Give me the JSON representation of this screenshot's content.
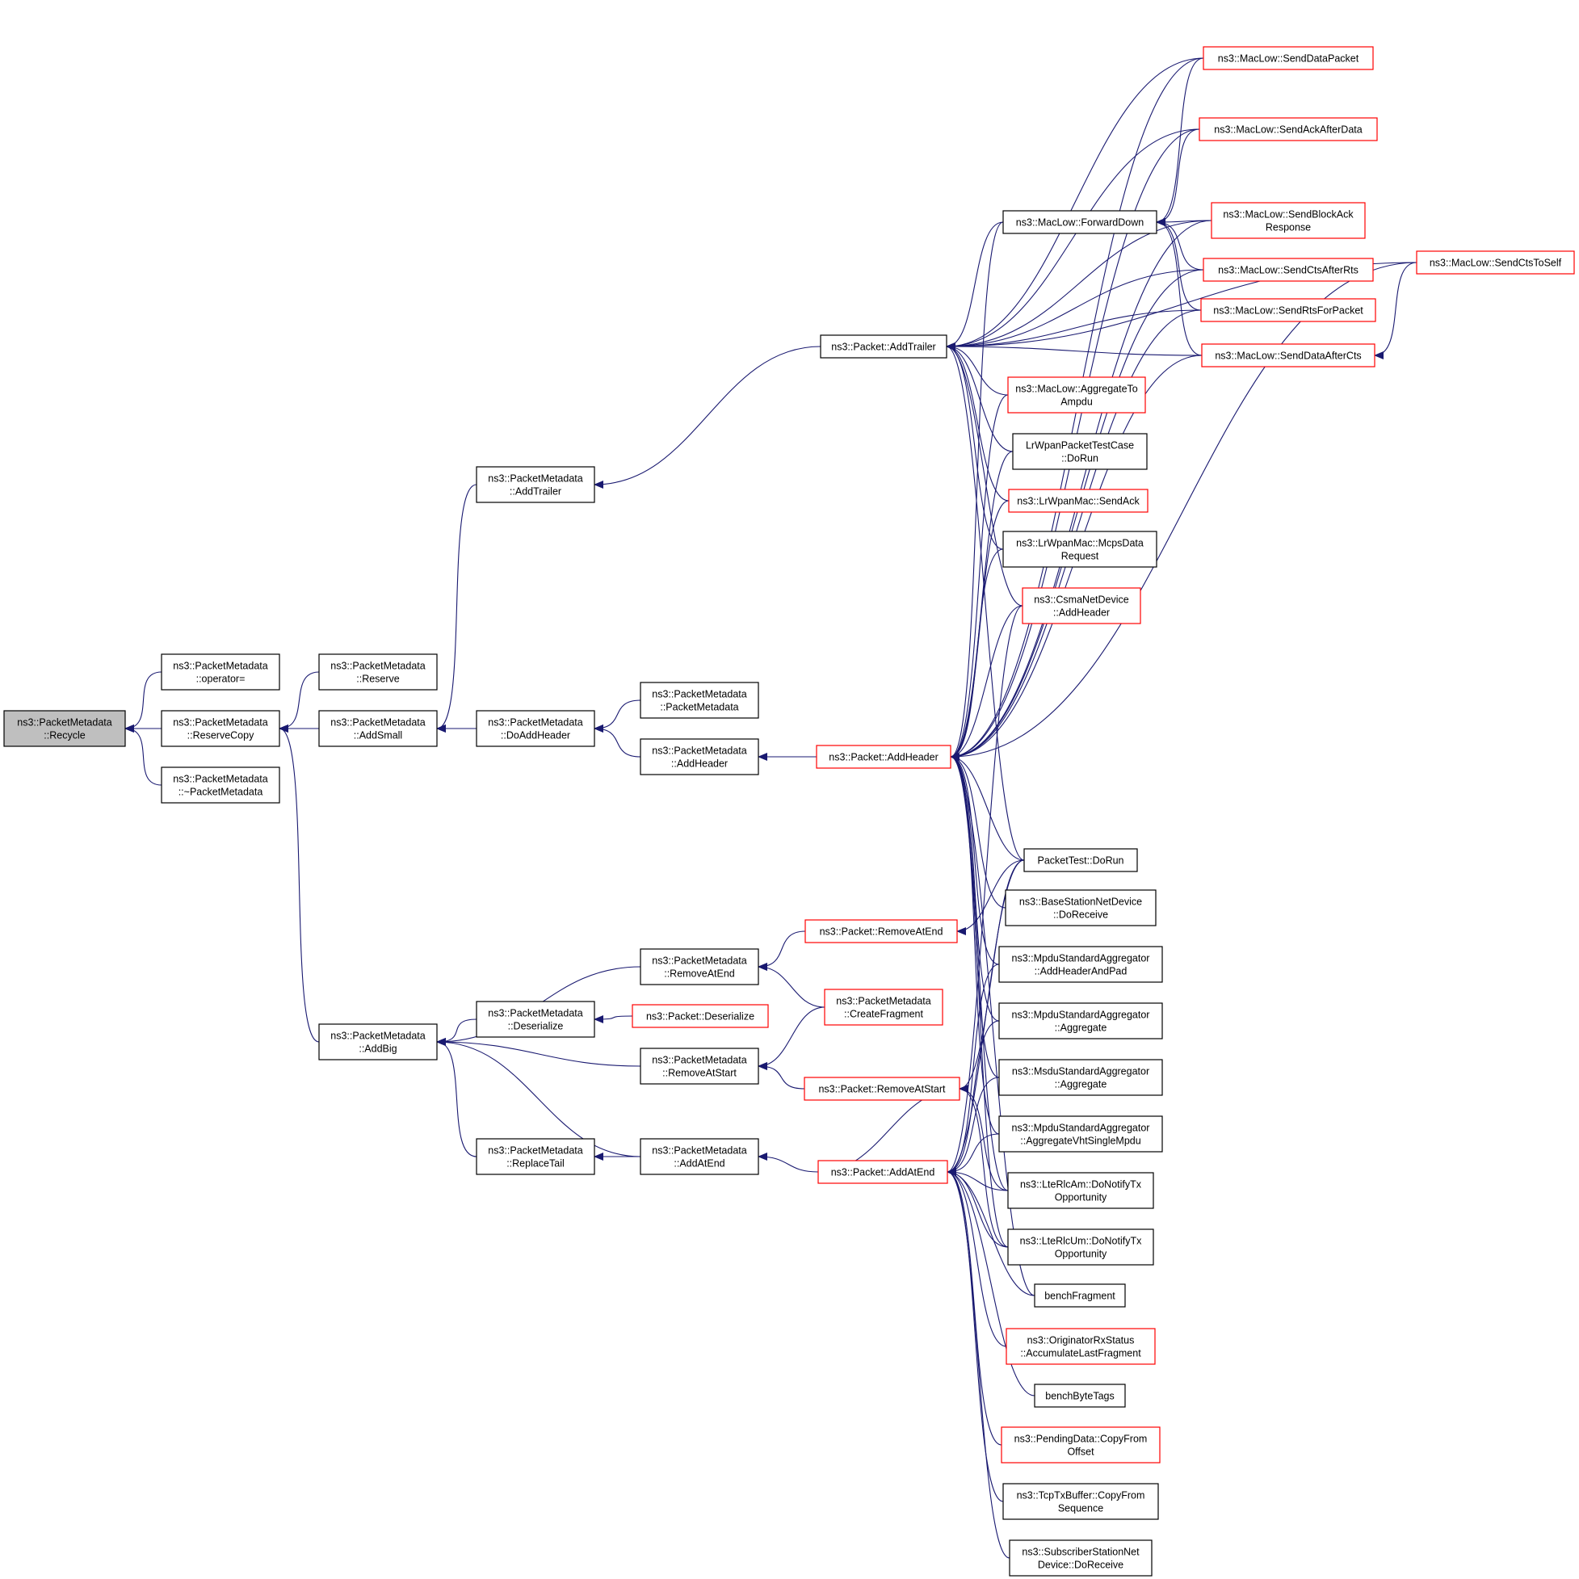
{
  "colors": {
    "edge": "#191970",
    "node_border_normal": "#000000",
    "node_border_truncated": "#ff0000",
    "node_fill": "#ffffff",
    "focus_fill": "#bfbfbf"
  },
  "nodes": [
    {
      "id": "recycle",
      "lines": [
        "ns3::PacketMetadata",
        "::Recycle"
      ],
      "style": "focus",
      "interactable": false
    },
    {
      "id": "operator_eq",
      "lines": [
        "ns3::PacketMetadata",
        "::operator="
      ],
      "style": "normal",
      "interactable": true
    },
    {
      "id": "reservecopy",
      "lines": [
        "ns3::PacketMetadata",
        "::ReserveCopy"
      ],
      "style": "normal",
      "interactable": true
    },
    {
      "id": "dtor",
      "lines": [
        "ns3::PacketMetadata",
        "::~PacketMetadata"
      ],
      "style": "normal",
      "interactable": true
    },
    {
      "id": "reserve",
      "lines": [
        "ns3::PacketMetadata",
        "::Reserve"
      ],
      "style": "normal",
      "interactable": true
    },
    {
      "id": "addsmall",
      "lines": [
        "ns3::PacketMetadata",
        "::AddSmall"
      ],
      "style": "normal",
      "interactable": true
    },
    {
      "id": "addbig",
      "lines": [
        "ns3::PacketMetadata",
        "::AddBig"
      ],
      "style": "normal",
      "interactable": true
    },
    {
      "id": "pm_addtrailer",
      "lines": [
        "ns3::PacketMetadata",
        "::AddTrailer"
      ],
      "style": "normal",
      "interactable": true
    },
    {
      "id": "doaddheader",
      "lines": [
        "ns3::PacketMetadata",
        "::DoAddHeader"
      ],
      "style": "normal",
      "interactable": true
    },
    {
      "id": "pm_ctor",
      "lines": [
        "ns3::PacketMetadata",
        "::PacketMetadata"
      ],
      "style": "normal",
      "interactable": true
    },
    {
      "id": "pm_addheader",
      "lines": [
        "ns3::PacketMetadata",
        "::AddHeader"
      ],
      "style": "normal",
      "interactable": true
    },
    {
      "id": "pm_removeatend",
      "lines": [
        "ns3::PacketMetadata",
        "::RemoveAtEnd"
      ],
      "style": "normal",
      "interactable": true
    },
    {
      "id": "pm_deserialize",
      "lines": [
        "ns3::PacketMetadata",
        "::Deserialize"
      ],
      "style": "normal",
      "interactable": true
    },
    {
      "id": "pm_removeatstart",
      "lines": [
        "ns3::PacketMetadata",
        "::RemoveAtStart"
      ],
      "style": "normal",
      "interactable": true
    },
    {
      "id": "pm_replacetail",
      "lines": [
        "ns3::PacketMetadata",
        "::ReplaceTail"
      ],
      "style": "normal",
      "interactable": true
    },
    {
      "id": "pm_addatend",
      "lines": [
        "ns3::PacketMetadata",
        "::AddAtEnd"
      ],
      "style": "normal",
      "interactable": true
    },
    {
      "id": "p_addtrailer",
      "lines": [
        "ns3::Packet::AddTrailer"
      ],
      "style": "normal",
      "interactable": true
    },
    {
      "id": "p_addheader",
      "lines": [
        "ns3::Packet::AddHeader"
      ],
      "style": "red",
      "interactable": true
    },
    {
      "id": "p_removeatend",
      "lines": [
        "ns3::Packet::RemoveAtEnd"
      ],
      "style": "red",
      "interactable": true
    },
    {
      "id": "p_deserialize",
      "lines": [
        "ns3::Packet::Deserialize"
      ],
      "style": "red",
      "interactable": true
    },
    {
      "id": "pm_createfragment",
      "lines": [
        "ns3::PacketMetadata",
        "::CreateFragment"
      ],
      "style": "red",
      "interactable": true
    },
    {
      "id": "p_removeatstart",
      "lines": [
        "ns3::Packet::RemoveAtStart"
      ],
      "style": "red",
      "interactable": true
    },
    {
      "id": "p_addatend",
      "lines": [
        "ns3::Packet::AddAtEnd"
      ],
      "style": "red",
      "interactable": true
    },
    {
      "id": "forwarddown",
      "lines": [
        "ns3::MacLow::ForwardDown"
      ],
      "style": "normal",
      "interactable": true
    },
    {
      "id": "senddatapacket",
      "lines": [
        "ns3::MacLow::SendDataPacket"
      ],
      "style": "red",
      "interactable": true
    },
    {
      "id": "sendackafterdata",
      "lines": [
        "ns3::MacLow::SendAckAfterData"
      ],
      "style": "red",
      "interactable": true
    },
    {
      "id": "sendblockack",
      "lines": [
        "ns3::MacLow::SendBlockAck",
        "Response"
      ],
      "style": "red",
      "interactable": true
    },
    {
      "id": "sendctsafterrts",
      "lines": [
        "ns3::MacLow::SendCtsAfterRts"
      ],
      "style": "red",
      "interactable": true
    },
    {
      "id": "sendrtsforpacket",
      "lines": [
        "ns3::MacLow::SendRtsForPacket"
      ],
      "style": "red",
      "interactable": true
    },
    {
      "id": "senddataaftercts",
      "lines": [
        "ns3::MacLow::SendDataAfterCts"
      ],
      "style": "red",
      "interactable": true
    },
    {
      "id": "sendctstoself",
      "lines": [
        "ns3::MacLow::SendCtsToSelf"
      ],
      "style": "red",
      "interactable": true
    },
    {
      "id": "aggregatetoampdu",
      "lines": [
        "ns3::MacLow::AggregateTo",
        "Ampdu"
      ],
      "style": "red",
      "interactable": true
    },
    {
      "id": "lrwpantest",
      "lines": [
        "LrWpanPacketTestCase",
        "::DoRun"
      ],
      "style": "normal",
      "interactable": true
    },
    {
      "id": "lrwpansendack",
      "lines": [
        "ns3::LrWpanMac::SendAck"
      ],
      "style": "red",
      "interactable": true
    },
    {
      "id": "lrwpanmcps",
      "lines": [
        "ns3::LrWpanMac::McpsData",
        "Request"
      ],
      "style": "normal",
      "interactable": true
    },
    {
      "id": "csmaaddheader",
      "lines": [
        "ns3::CsmaNetDevice",
        "::AddHeader"
      ],
      "style": "red",
      "interactable": true
    },
    {
      "id": "packettest",
      "lines": [
        "PacketTest::DoRun"
      ],
      "style": "normal",
      "interactable": true
    },
    {
      "id": "basestation",
      "lines": [
        "ns3::BaseStationNetDevice",
        "::DoReceive"
      ],
      "style": "normal",
      "interactable": true
    },
    {
      "id": "mpdu_addheaderpad",
      "lines": [
        "ns3::MpduStandardAggregator",
        "::AddHeaderAndPad"
      ],
      "style": "normal",
      "interactable": true
    },
    {
      "id": "mpdu_aggregate",
      "lines": [
        "ns3::MpduStandardAggregator",
        "::Aggregate"
      ],
      "style": "normal",
      "interactable": true
    },
    {
      "id": "msdu_aggregate",
      "lines": [
        "ns3::MsduStandardAggregator",
        "::Aggregate"
      ],
      "style": "normal",
      "interactable": true
    },
    {
      "id": "mpdu_vht",
      "lines": [
        "ns3::MpduStandardAggregator",
        "::AggregateVhtSingleMpdu"
      ],
      "style": "normal",
      "interactable": true
    },
    {
      "id": "rlcam",
      "lines": [
        "ns3::LteRlcAm::DoNotifyTx",
        "Opportunity"
      ],
      "style": "normal",
      "interactable": true
    },
    {
      "id": "rlcum",
      "lines": [
        "ns3::LteRlcUm::DoNotifyTx",
        "Opportunity"
      ],
      "style": "normal",
      "interactable": true
    },
    {
      "id": "benchfragment",
      "lines": [
        "benchFragment"
      ],
      "style": "normal",
      "interactable": true
    },
    {
      "id": "originator",
      "lines": [
        "ns3::OriginatorRxStatus",
        "::AccumulateLastFragment"
      ],
      "style": "red",
      "interactable": true
    },
    {
      "id": "benchbytetags",
      "lines": [
        "benchByteTags"
      ],
      "style": "normal",
      "interactable": true
    },
    {
      "id": "pendingdata",
      "lines": [
        "ns3::PendingData::CopyFrom",
        "Offset"
      ],
      "style": "red",
      "interactable": true
    },
    {
      "id": "tcptxbuffer",
      "lines": [
        "ns3::TcpTxBuffer::CopyFrom",
        "Sequence"
      ],
      "style": "normal",
      "interactable": true
    },
    {
      "id": "subscriber",
      "lines": [
        "ns3::SubscriberStationNet",
        "Device::DoReceive"
      ],
      "style": "normal",
      "interactable": true
    }
  ],
  "edges": [
    {
      "from": "operator_eq",
      "to": "recycle"
    },
    {
      "from": "reservecopy",
      "to": "recycle"
    },
    {
      "from": "dtor",
      "to": "recycle"
    },
    {
      "from": "reserve",
      "to": "reservecopy"
    },
    {
      "from": "addsmall",
      "to": "reservecopy"
    },
    {
      "from": "addbig",
      "to": "reservecopy"
    },
    {
      "from": "pm_addtrailer",
      "to": "addsmall"
    },
    {
      "from": "doaddheader",
      "to": "addsmall"
    },
    {
      "from": "pm_removeatend",
      "to": "addbig"
    },
    {
      "from": "pm_deserialize",
      "to": "addbig"
    },
    {
      "from": "pm_removeatstart",
      "to": "addbig"
    },
    {
      "from": "pm_replacetail",
      "to": "addbig"
    },
    {
      "from": "pm_addatend",
      "to": "addbig"
    },
    {
      "from": "p_addtrailer",
      "to": "pm_addtrailer"
    },
    {
      "from": "pm_ctor",
      "to": "doaddheader"
    },
    {
      "from": "pm_addheader",
      "to": "doaddheader"
    },
    {
      "from": "p_addheader",
      "to": "pm_addheader"
    },
    {
      "from": "p_removeatend",
      "to": "pm_removeatend"
    },
    {
      "from": "pm_createfragment",
      "to": "pm_removeatend"
    },
    {
      "from": "p_deserialize",
      "to": "pm_deserialize"
    },
    {
      "from": "pm_createfragment",
      "to": "pm_removeatstart"
    },
    {
      "from": "p_removeatstart",
      "to": "pm_removeatstart"
    },
    {
      "from": "pm_addatend",
      "to": "pm_replacetail"
    },
    {
      "from": "p_addatend",
      "to": "pm_addatend"
    },
    {
      "from": "forwarddown",
      "to": "p_addtrailer"
    },
    {
      "from": "senddatapacket",
      "to": "p_addtrailer"
    },
    {
      "from": "sendackafterdata",
      "to": "p_addtrailer"
    },
    {
      "from": "sendblockack",
      "to": "p_addtrailer"
    },
    {
      "from": "sendctsafterrts",
      "to": "p_addtrailer"
    },
    {
      "from": "sendrtsforpacket",
      "to": "p_addtrailer"
    },
    {
      "from": "senddataaftercts",
      "to": "p_addtrailer"
    },
    {
      "from": "sendctstoself",
      "to": "p_addtrailer"
    },
    {
      "from": "aggregatetoampdu",
      "to": "p_addtrailer"
    },
    {
      "from": "lrwpantest",
      "to": "p_addtrailer"
    },
    {
      "from": "lrwpansendack",
      "to": "p_addtrailer"
    },
    {
      "from": "lrwpanmcps",
      "to": "p_addtrailer"
    },
    {
      "from": "csmaaddheader",
      "to": "p_addtrailer"
    },
    {
      "from": "packettest",
      "to": "p_addtrailer"
    },
    {
      "from": "senddatapacket",
      "to": "forwarddown"
    },
    {
      "from": "sendackafterdata",
      "to": "forwarddown"
    },
    {
      "from": "sendblockack",
      "to": "forwarddown"
    },
    {
      "from": "sendctsafterrts",
      "to": "forwarddown"
    },
    {
      "from": "sendrtsforpacket",
      "to": "forwarddown"
    },
    {
      "from": "senddataaftercts",
      "to": "forwarddown"
    },
    {
      "from": "sendctstoself",
      "to": "senddataaftercts"
    },
    {
      "from": "forwarddown",
      "to": "p_addheader"
    },
    {
      "from": "senddatapacket",
      "to": "p_addheader"
    },
    {
      "from": "sendackafterdata",
      "to": "p_addheader"
    },
    {
      "from": "sendblockack",
      "to": "p_addheader"
    },
    {
      "from": "sendctsafterrts",
      "to": "p_addheader"
    },
    {
      "from": "sendrtsforpacket",
      "to": "p_addheader"
    },
    {
      "from": "senddataaftercts",
      "to": "p_addheader"
    },
    {
      "from": "sendctstoself",
      "to": "p_addheader"
    },
    {
      "from": "aggregatetoampdu",
      "to": "p_addheader"
    },
    {
      "from": "lrwpantest",
      "to": "p_addheader"
    },
    {
      "from": "lrwpansendack",
      "to": "p_addheader"
    },
    {
      "from": "lrwpanmcps",
      "to": "p_addheader"
    },
    {
      "from": "csmaaddheader",
      "to": "p_addheader"
    },
    {
      "from": "packettest",
      "to": "p_addheader"
    },
    {
      "from": "basestation",
      "to": "p_addheader"
    },
    {
      "from": "mpdu_addheaderpad",
      "to": "p_addheader"
    },
    {
      "from": "mpdu_aggregate",
      "to": "p_addheader"
    },
    {
      "from": "msdu_aggregate",
      "to": "p_addheader"
    },
    {
      "from": "mpdu_vht",
      "to": "p_addheader"
    },
    {
      "from": "rlcam",
      "to": "p_addheader"
    },
    {
      "from": "rlcum",
      "to": "p_addheader"
    },
    {
      "from": "benchfragment",
      "to": "p_addheader"
    },
    {
      "from": "packettest",
      "to": "p_removeatend"
    },
    {
      "from": "p_addatend",
      "to": "p_removeatstart"
    },
    {
      "from": "packettest",
      "to": "p_removeatstart"
    },
    {
      "from": "rlcam",
      "to": "p_removeatstart"
    },
    {
      "from": "rlcum",
      "to": "p_removeatstart"
    },
    {
      "from": "packettest",
      "to": "p_addatend"
    },
    {
      "from": "csmaaddheader",
      "to": "p_addatend"
    },
    {
      "from": "mpdu_addheaderpad",
      "to": "p_addatend"
    },
    {
      "from": "mpdu_aggregate",
      "to": "p_addatend"
    },
    {
      "from": "msdu_aggregate",
      "to": "p_addatend"
    },
    {
      "from": "mpdu_vht",
      "to": "p_addatend"
    },
    {
      "from": "rlcam",
      "to": "p_addatend"
    },
    {
      "from": "rlcum",
      "to": "p_addatend"
    },
    {
      "from": "benchfragment",
      "to": "p_addatend"
    },
    {
      "from": "originator",
      "to": "p_addatend"
    },
    {
      "from": "benchbytetags",
      "to": "p_addatend"
    },
    {
      "from": "pendingdata",
      "to": "p_addatend"
    },
    {
      "from": "tcptxbuffer",
      "to": "p_addatend"
    },
    {
      "from": "subscriber",
      "to": "p_addatend"
    }
  ]
}
